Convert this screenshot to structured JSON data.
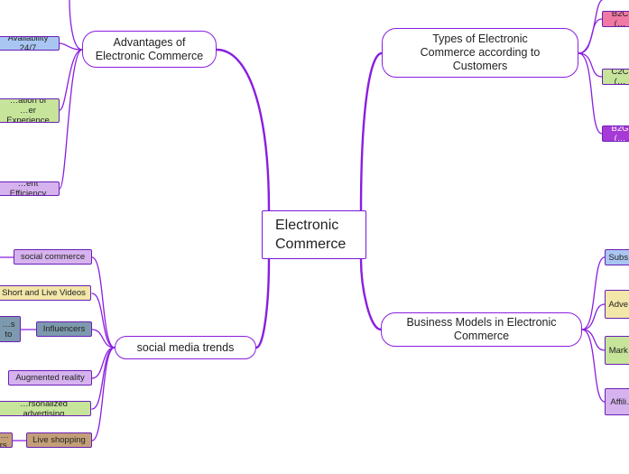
{
  "center": {
    "label": "Electronic\nCommerce"
  },
  "topics": {
    "advantages": {
      "label": "Advantages of\nElectronic Commerce"
    },
    "types": {
      "label": "Types of Electronic\nCommerce according to\nCustomers"
    },
    "social": {
      "label": "social media trends"
    },
    "models": {
      "label": "Business Models in Electronic\nCommerce"
    }
  },
  "leaves": {
    "availability": "Availability 24/7",
    "experience": "…ation of\n…er Experience",
    "efficiency": "…ent Efficiency",
    "b2c": "B2C (…",
    "c2c": "C2C (…",
    "b2g": "B2G (…",
    "social_commerce": "social commerce",
    "short_videos": "Short and Live Videos",
    "influencers": "Influencers",
    "influencers_sub": "…s to",
    "ar": "Augmented reality",
    "personalized": "…rsonalized advertising",
    "live_shopping": "Live shopping",
    "live_shopping_sub": "…rs.",
    "subs": "Subs…",
    "adve": "Adve…",
    "mark": "Mark…",
    "affi": "Affili…"
  },
  "colors": {
    "branch": "#8a1ee0",
    "blue": "#a9c6f2",
    "green": "#c6e49a",
    "purple": "#d6b3ee",
    "yellow": "#f2e6a8",
    "steel": "#7d99ad",
    "brown": "#c39f77",
    "pink": "#f07aa3",
    "violet": "#a63ad6"
  }
}
